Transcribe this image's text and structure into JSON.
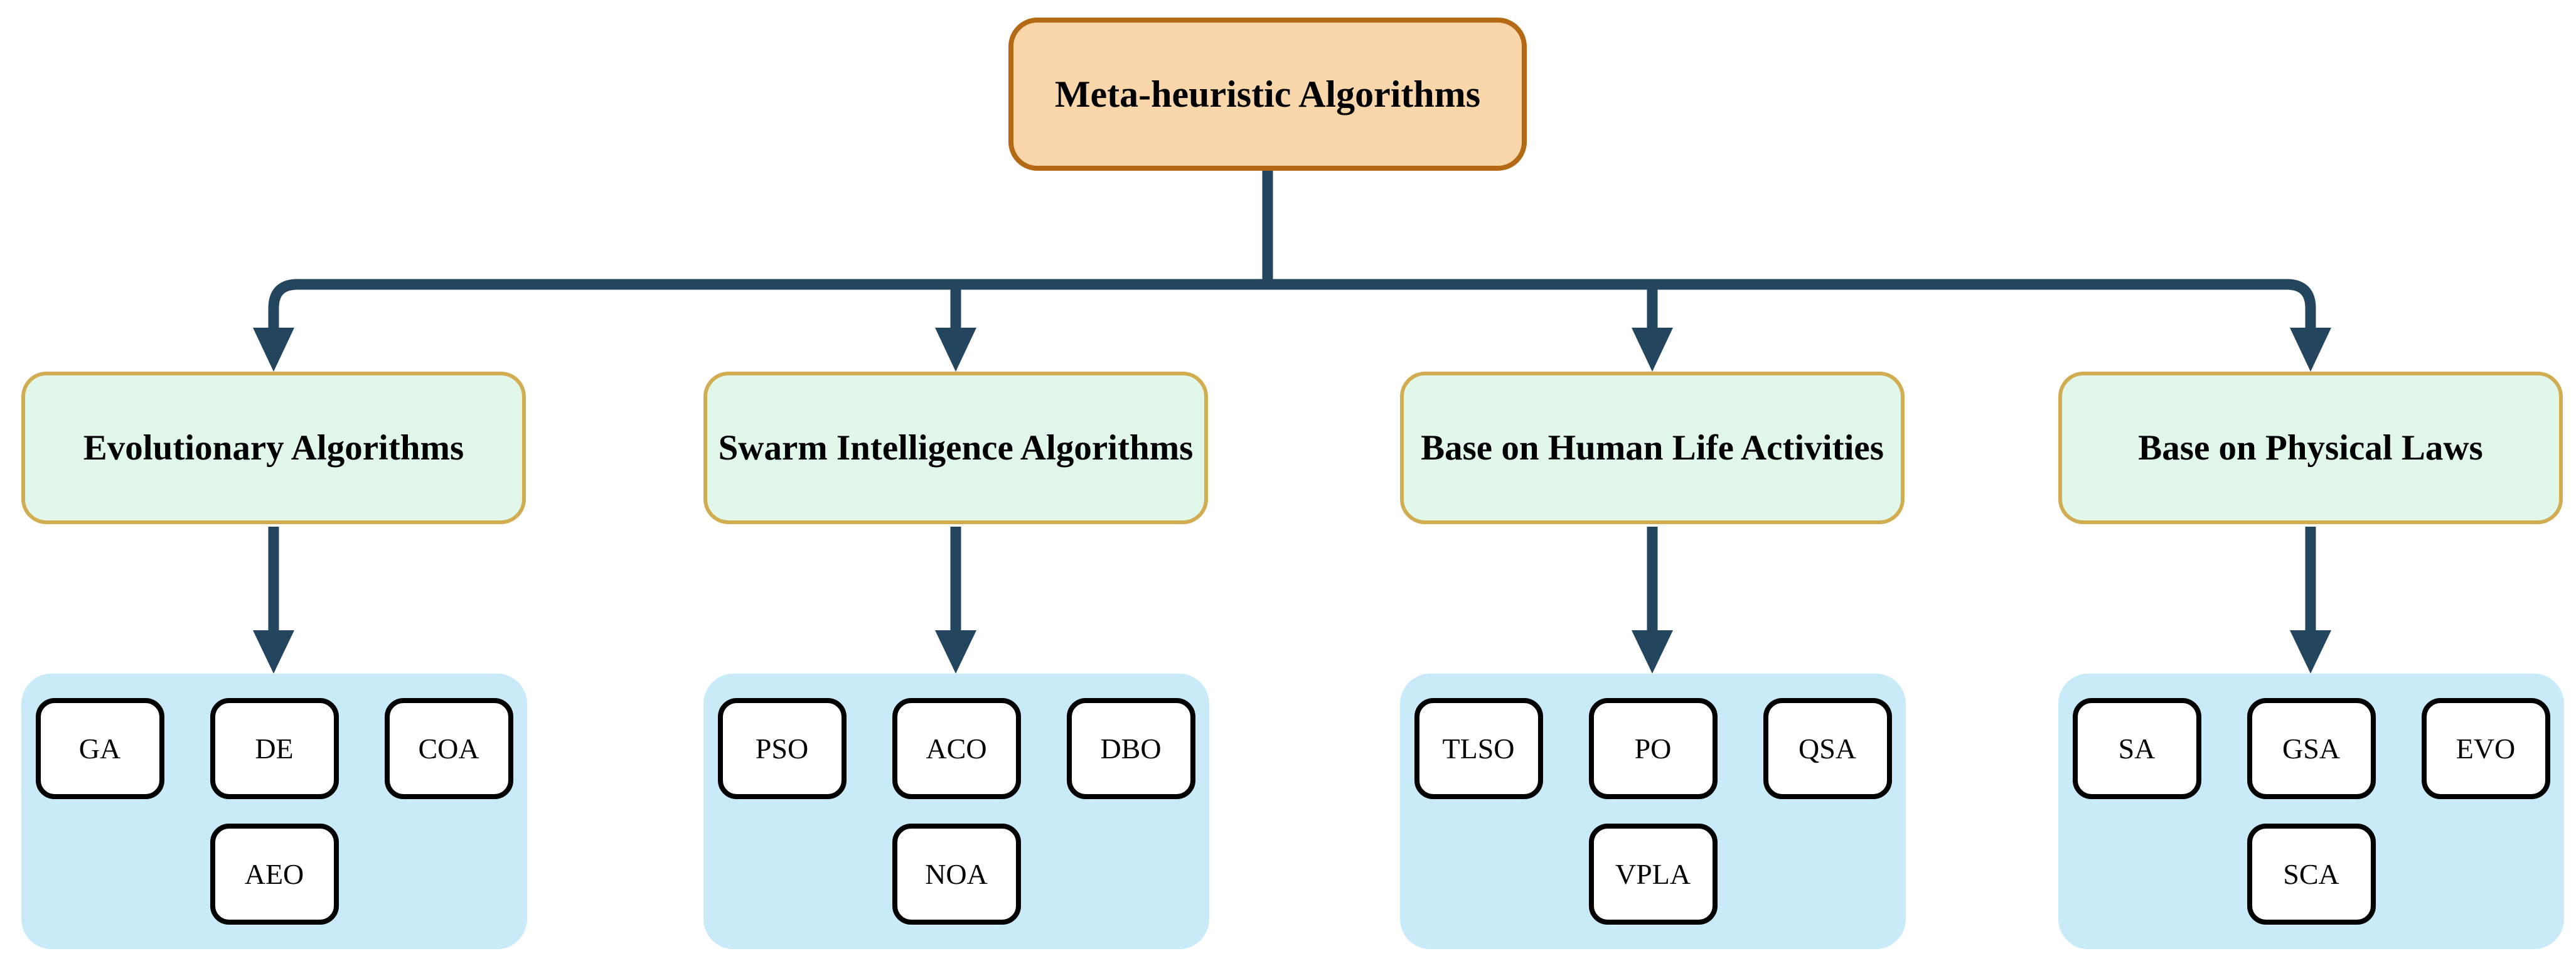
{
  "colors": {
    "background": "#FFFFFF",
    "connector": "#24455E",
    "root_fill": "#FAD7AB",
    "root_border": "#B46A14",
    "category_fill": "#E1F7EA",
    "category_border": "#D2AC50",
    "group_fill": "#C9EBF9",
    "leaf_fill": "#FFFFFF",
    "leaf_border": "#000000",
    "text": "#000000"
  },
  "root": {
    "label": "Meta-heuristic Algorithms"
  },
  "columns": [
    {
      "label": "Evolutionary Algorithms",
      "algorithms": [
        "GA",
        "DE",
        "COA",
        "AEO"
      ]
    },
    {
      "label": "Swarm Intelligence Algorithms",
      "algorithms": [
        "PSO",
        "ACO",
        "DBO",
        "NOA"
      ]
    },
    {
      "label": "Base on Human Life Activities",
      "algorithms": [
        "TLSO",
        "PO",
        "QSA",
        "VPLA"
      ]
    },
    {
      "label": "Base on Physical Laws",
      "algorithms": [
        "SA",
        "GSA",
        "EVO",
        "SCA"
      ]
    }
  ]
}
